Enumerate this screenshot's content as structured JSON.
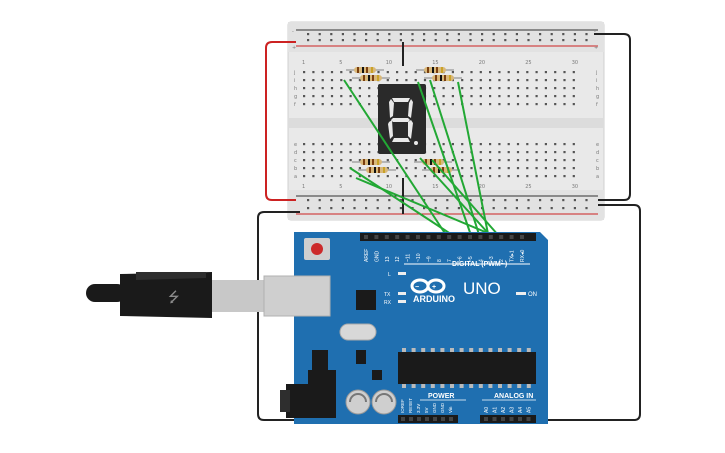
{
  "canvas": {
    "background": "#ffffff"
  },
  "breadboard": {
    "rail_plus": "+",
    "rail_minus": "-",
    "row_labels_top": [
      "j",
      "i",
      "h",
      "g",
      "f"
    ],
    "row_labels_bottom": [
      "e",
      "d",
      "c",
      "b",
      "a"
    ],
    "column_numbers_shown": [
      "1",
      "5",
      "10",
      "15",
      "20",
      "25",
      "30"
    ]
  },
  "display": {
    "digit": "8",
    "color": "#e0e0e0",
    "body": "#2a2a2a"
  },
  "arduino": {
    "brand": "ARDUINO",
    "model": "UNO",
    "digital_label": "DIGITAL (PWM~)",
    "power_label": "POWER",
    "analog_label": "ANALOG IN",
    "on_label": "ON",
    "tx_label": "TX",
    "rx_label": "RX",
    "l_label": "L",
    "board_color": "#1f6fb0",
    "digital_pins": [
      "AREF",
      "GND",
      "13",
      "12",
      "~11",
      "~10",
      "~9",
      "8",
      "7",
      "~6",
      "~5",
      "4",
      "~3",
      "2",
      "TX▸1",
      "RX◂0"
    ],
    "power_pins": [
      "IOREF",
      "RESET",
      "3.3V",
      "5V",
      "GND",
      "GND",
      "Vin"
    ],
    "analog_pins": [
      "A0",
      "A1",
      "A2",
      "A3",
      "A4",
      "A5"
    ]
  },
  "wires": {
    "power": "#cc2222",
    "ground": "#222222",
    "signal": "#22a834"
  },
  "usb": {
    "cable_color": "#1a1a1a",
    "connector_color": "#c8c8c8"
  }
}
